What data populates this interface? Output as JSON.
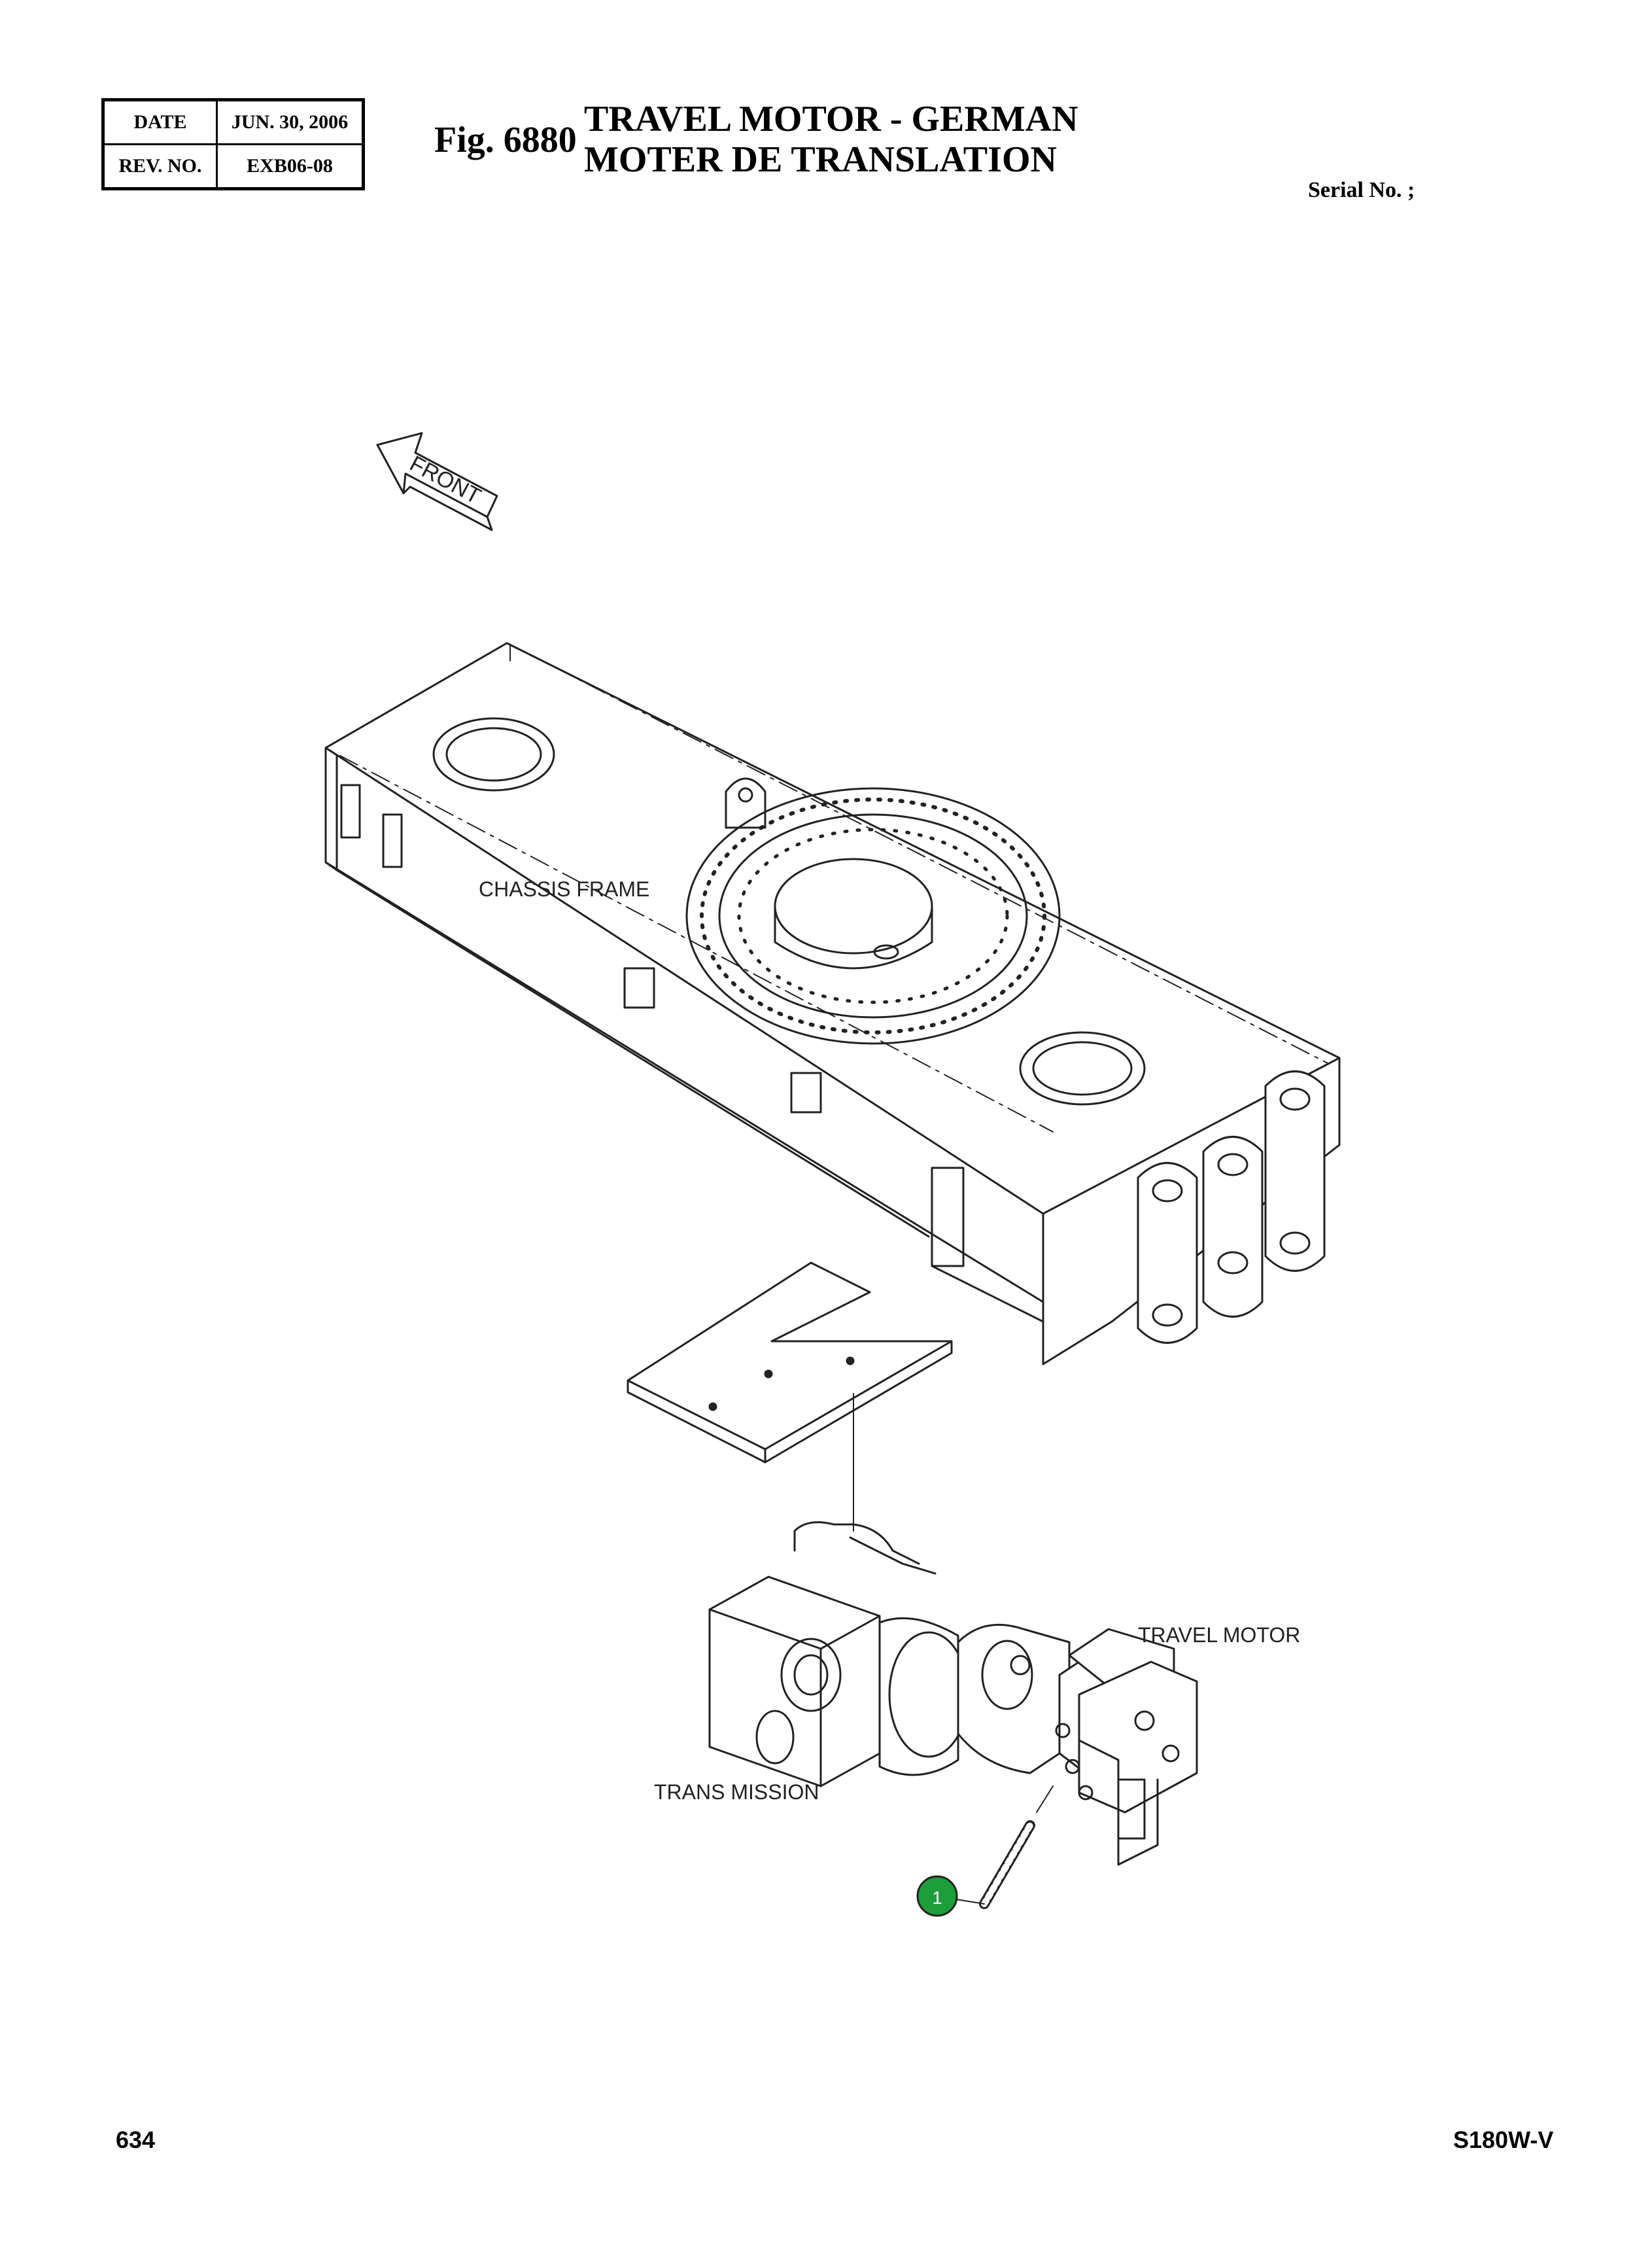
{
  "header": {
    "date_label": "DATE",
    "date_value": "JUN. 30, 2006",
    "rev_label": "REV. NO.",
    "rev_value": "EXB06-08",
    "fig_label": "Fig. 6880",
    "title_line1": "TRAVEL MOTOR - GERMAN",
    "title_line2": "MOTER DE TRANSLATION",
    "serial_label": "Serial No. ;"
  },
  "diagram": {
    "front_label": "FRONT",
    "chassis_label": "CHASSIS FRAME",
    "travel_motor_label": "TRAVEL MOTOR",
    "transmission_label": "TRANS MISSION",
    "callouts": [
      {
        "number": "1",
        "color": "#1e9e3a"
      }
    ]
  },
  "footer": {
    "page_number": "634",
    "model": "S180W-V"
  }
}
